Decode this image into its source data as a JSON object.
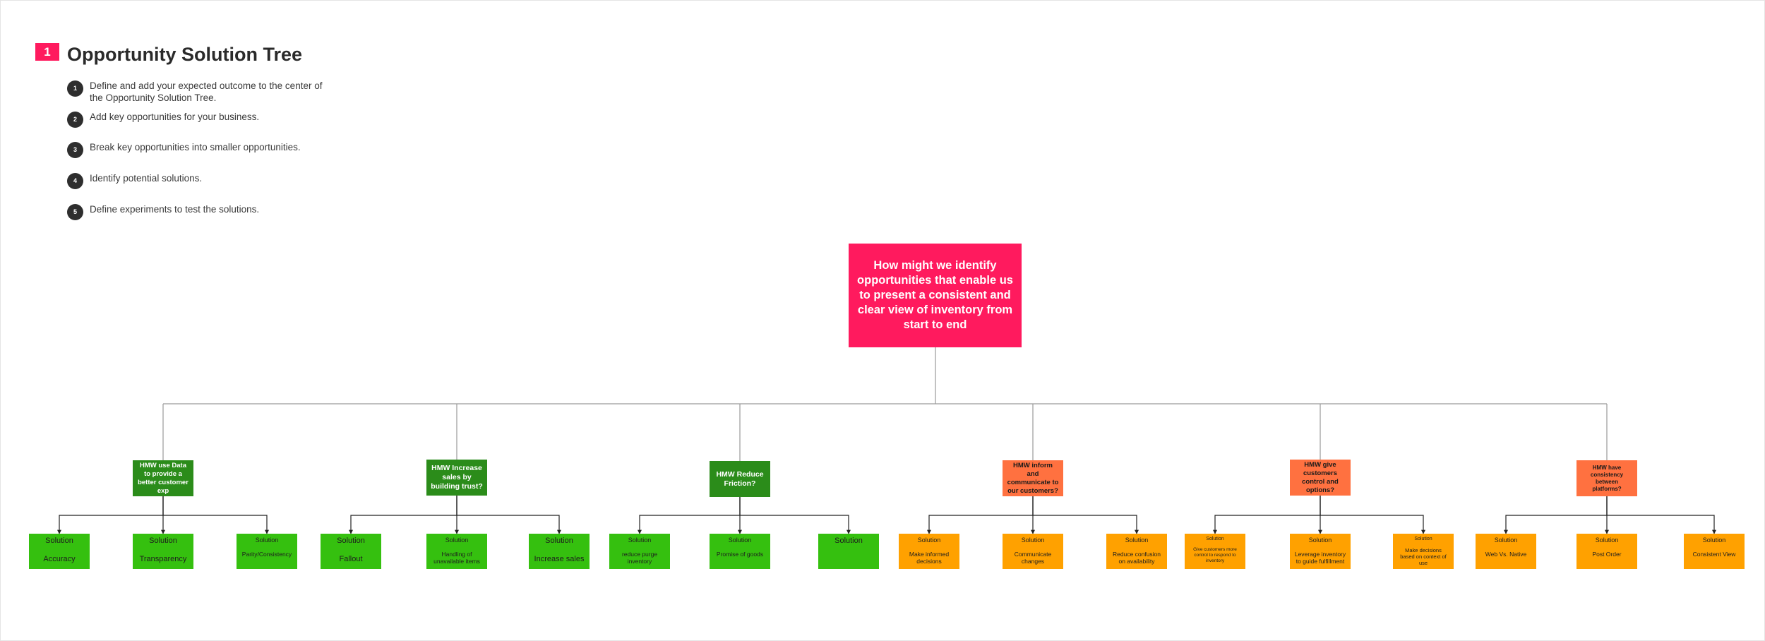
{
  "header": {
    "badge": "1",
    "title": "Opportunity Solution Tree"
  },
  "steps": [
    {
      "num": "1",
      "text": "Define and add your expected outcome to the center of the Opportunity Solution Tree."
    },
    {
      "num": "2",
      "text": "Add key opportunities for your business."
    },
    {
      "num": "3",
      "text": "Break key opportunities into smaller opportunities."
    },
    {
      "num": "4",
      "text": "Identify potential solutions."
    },
    {
      "num": "5",
      "text": "Define experiments to test the solutions."
    }
  ],
  "colors": {
    "brand": "#ff1a5e",
    "green_opportunity": "#2b8c1a",
    "orange_opportunity": "#ff7140",
    "green_solution": "#35c00f",
    "orange_solution": "#ffa100"
  },
  "tree": {
    "outcome": "How might we identify opportunities that enable us to present a consistent and clear view of inventory from start to end",
    "opportunities": [
      {
        "label": "HMW use Data to provide a better customer exp",
        "solutions": [
          {
            "heading": "Solution",
            "detail": "Accuracy"
          },
          {
            "heading": "Solution",
            "detail": "Transparency"
          },
          {
            "heading": "Solution",
            "detail": "Parity/Consistency"
          }
        ]
      },
      {
        "label": "HMW Increase sales by building trust?",
        "solutions": [
          {
            "heading": "Solution",
            "detail": "Fallout"
          },
          {
            "heading": "Solution",
            "detail": "Handling of unavailable items"
          },
          {
            "heading": "Solution",
            "detail": "Increase sales"
          }
        ]
      },
      {
        "label": "HMW Reduce Friction?",
        "solutions": [
          {
            "heading": "Solution",
            "detail": "reduce purge inventory"
          },
          {
            "heading": "Solution",
            "detail": "Promise of goods"
          },
          {
            "heading": "Solution",
            "detail": ""
          }
        ]
      },
      {
        "label": "HMW inform and communicate to our customers?",
        "solutions": [
          {
            "heading": "Solution",
            "detail": "Make informed decisions"
          },
          {
            "heading": "Solution",
            "detail": "Communicate changes"
          },
          {
            "heading": "Solution",
            "detail": "Reduce confusion on availability"
          }
        ]
      },
      {
        "label": "HMW give customers control and options?",
        "solutions": [
          {
            "heading": "Solution",
            "detail": "Give customers more control to respond to inventory"
          },
          {
            "heading": "Solution",
            "detail": "Leverage inventory to guide fulfillment"
          },
          {
            "heading": "Solution",
            "detail": "Make decisions based on context of use"
          }
        ]
      },
      {
        "label": "HMW have consistency between platforms?",
        "solutions": [
          {
            "heading": "Solution",
            "detail": "Web Vs. Native"
          },
          {
            "heading": "Solution",
            "detail": "Post Order"
          },
          {
            "heading": "Solution",
            "detail": "Consistent View"
          }
        ]
      }
    ]
  }
}
